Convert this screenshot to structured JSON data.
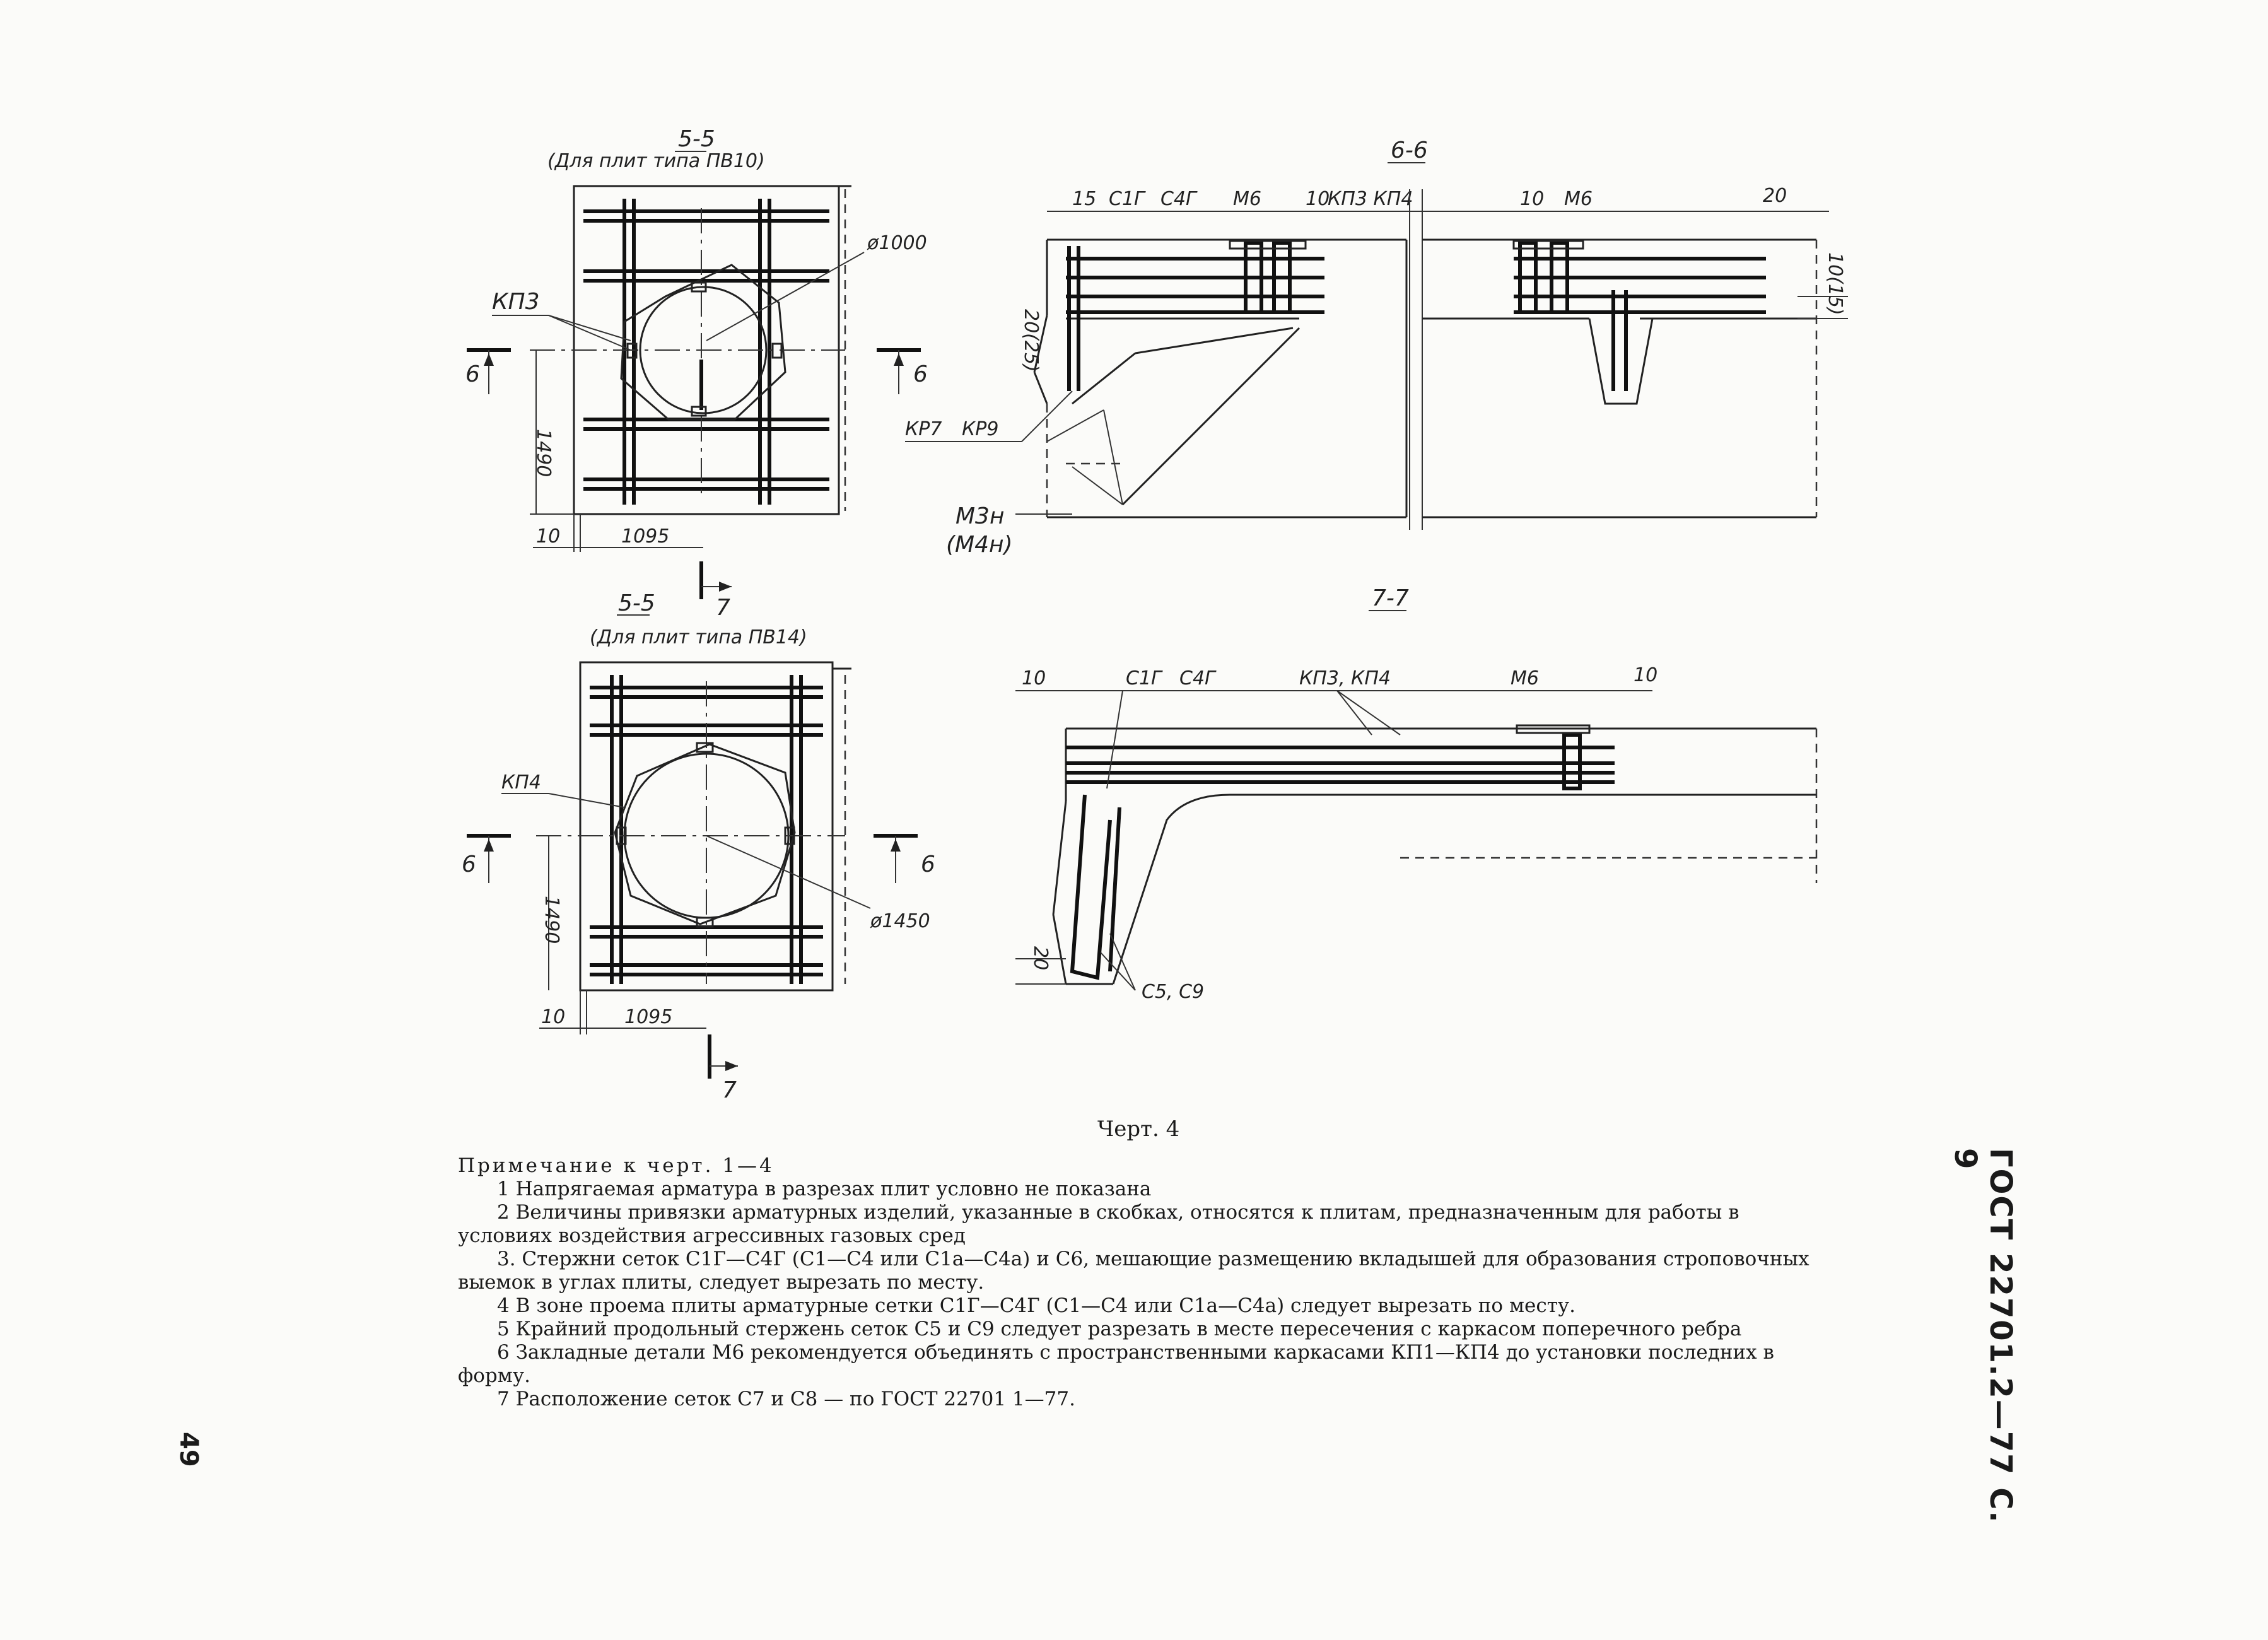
{
  "drawing": {
    "section_55_a": {
      "title": "5-5",
      "subtitle": "(Для плит типа ПВ10)",
      "diameter": "ø1000",
      "dim_height": "1490",
      "dim_width": "1095",
      "dim_edge": "10",
      "frame": "КП3",
      "cut_6": "6",
      "cut_7": "7"
    },
    "section_66": {
      "title": "6-6",
      "dim_15": "15",
      "mesh_c1g": "С1Г",
      "mesh_c4g": "С4Г",
      "embed_m6": "М6",
      "dim_10": "10",
      "frames": "КП3  КП4",
      "dim_10b": "10",
      "embed_m6b": "М6",
      "dim_20": "20",
      "dim_side": "20(25)",
      "dim_right": "10(15)",
      "kr7": "КР7",
      "kr9": "КР9",
      "m3n": "М3н",
      "m4n": "(М4н)"
    },
    "section_55_b": {
      "title": "5-5",
      "subtitle": "(Для плит типа ПВ14)",
      "diameter": "ø1450",
      "dim_height": "1490",
      "dim_width": "1095",
      "dim_edge": "10",
      "frame": "КП4",
      "cut_6": "6",
      "cut_7": "7"
    },
    "section_77": {
      "title": "7-7",
      "dim_10": "10",
      "mesh_c1g": "С1Г",
      "mesh_c4g": "С4Г",
      "frames": "КП3, КП4",
      "embed_m6": "М6",
      "dim_10b": "10",
      "dim_20": "20",
      "mesh_c5c9": "С5, С9"
    }
  },
  "caption": "Черт. 4",
  "notes": {
    "heading": "Примечание к черт. 1—4",
    "items": [
      "1 Напрягаемая арматура в разрезах плит условно не показана",
      "2 Величины привязки арматурных изделий, указанные в скобках, относятся к плитам, предназначенным для работы в условиях воздействия агрессивных газовых сред",
      "3. Стержни сеток С1Г—С4Г (С1—С4 или С1а—С4а) и С6, мешающие размещению вкладышей для образования строповочных выемок в углах плиты, следует вырезать по месту.",
      "4 В зоне проема плиты арматурные сетки С1Г—С4Г (С1—С4 или С1а—С4а) следует вырезать по месту.",
      "5 Крайний продольный стержень сеток С5 и С9 следует разрезать в месте пересечения с каркасом поперечного ребра",
      "6 Закладные детали М6 рекомендуется объединять с пространственными каркасами КП1—КП4 до установки последних в форму.",
      "7 Расположение сеток С7 и С8 — по ГОСТ 22701 1—77."
    ]
  },
  "side_label": "ГОСТ 22701.2—77 С. 9",
  "page_number": "49"
}
